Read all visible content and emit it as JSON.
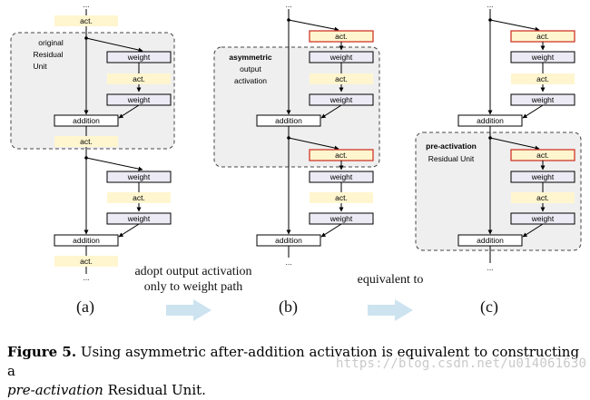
{
  "labels": {
    "act": "act.",
    "weight": "weight",
    "addition": "addition",
    "ellipsis": "..."
  },
  "panel_a": {
    "group_label_1": "original",
    "group_label_2": "Residual",
    "group_label_3": "Unit",
    "sub_label": "(a)"
  },
  "panel_b": {
    "group_label_1": "asymmetric",
    "group_label_2": "output",
    "group_label_3": "activation",
    "sub_label": "(b)"
  },
  "panel_c": {
    "group_label_1": "pre-activation",
    "group_label_2": "Residual Unit",
    "sub_label": "(c)"
  },
  "arrow_ab": {
    "text_1": "adopt output activation",
    "text_2": "only to weight path"
  },
  "arrow_bc": {
    "text_1": "equivalent to"
  },
  "caption": {
    "figure_label": "Figure 5.",
    "text_1": " Using asymmetric after-addition activation is equivalent to constructing a",
    "italic": "pre-activation",
    "text_2": " Residual Unit."
  },
  "watermark": "https://blog.csdn.net/u014061630",
  "colors": {
    "act_fill": "#fff6cf",
    "act_red_border": "#d0382b",
    "weight_fill": "#ecebf5",
    "group_fill": "#efefef",
    "arrow_fill": "#cde3f0"
  }
}
